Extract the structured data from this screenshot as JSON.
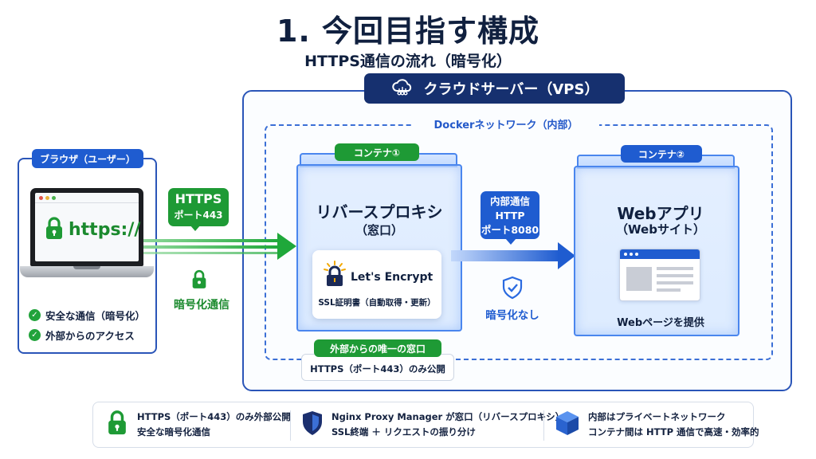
{
  "title": "1. 今回目指す構成",
  "subtitle": "HTTPS通信の流れ（暗号化）",
  "server": {
    "label": "クラウドサーバー（VPS）"
  },
  "docker": {
    "label": "Dockerネットワーク（内部）"
  },
  "browser": {
    "label": "ブラウザ（ユーザー）",
    "url_text": "https://",
    "checks": [
      "安全な通信（暗号化）",
      "外部からのアクセス"
    ]
  },
  "https_arrow": {
    "badge_line1": "HTTPS",
    "badge_line2": "ポート443",
    "label": "暗号化通信"
  },
  "container1": {
    "label": "コンテナ①",
    "title": "リバースプロキシ",
    "subtitle": "（窓口）",
    "letsencrypt": "Let's Encrypt",
    "cert": "SSL証明書（自動取得・更新）",
    "unique_label": "外部からの唯一の窓口",
    "unique_text": "HTTPS（ポート443）のみ公開"
  },
  "http_arrow": {
    "badge_line1": "内部通信",
    "badge_line2": "HTTP",
    "badge_line3": "ポート8080",
    "label": "暗号化なし"
  },
  "container2": {
    "label": "コンテナ②",
    "title": "Webアプリ",
    "subtitle": "（Webサイト）",
    "page_label": "Webページを提供"
  },
  "legend": [
    {
      "icon": "lock-icon",
      "line1": "HTTPS（ポート443）のみ外部公開",
      "line2": "安全な暗号化通信"
    },
    {
      "icon": "shield-icon",
      "line1": "Nginx Proxy Manager が窓口（リバースプロキシ）",
      "line2": "SSL終端 ＋ リクエストの振り分け"
    },
    {
      "icon": "cube-icon",
      "line1": "内部はプライベートネットワーク",
      "line2": "コンテナ間は HTTP 通信で高速・効率的"
    }
  ],
  "colors": {
    "navy": "#16306f",
    "green": "#1e9a35",
    "blue": "#1f5cd0",
    "border_blue": "#2a55b8"
  }
}
